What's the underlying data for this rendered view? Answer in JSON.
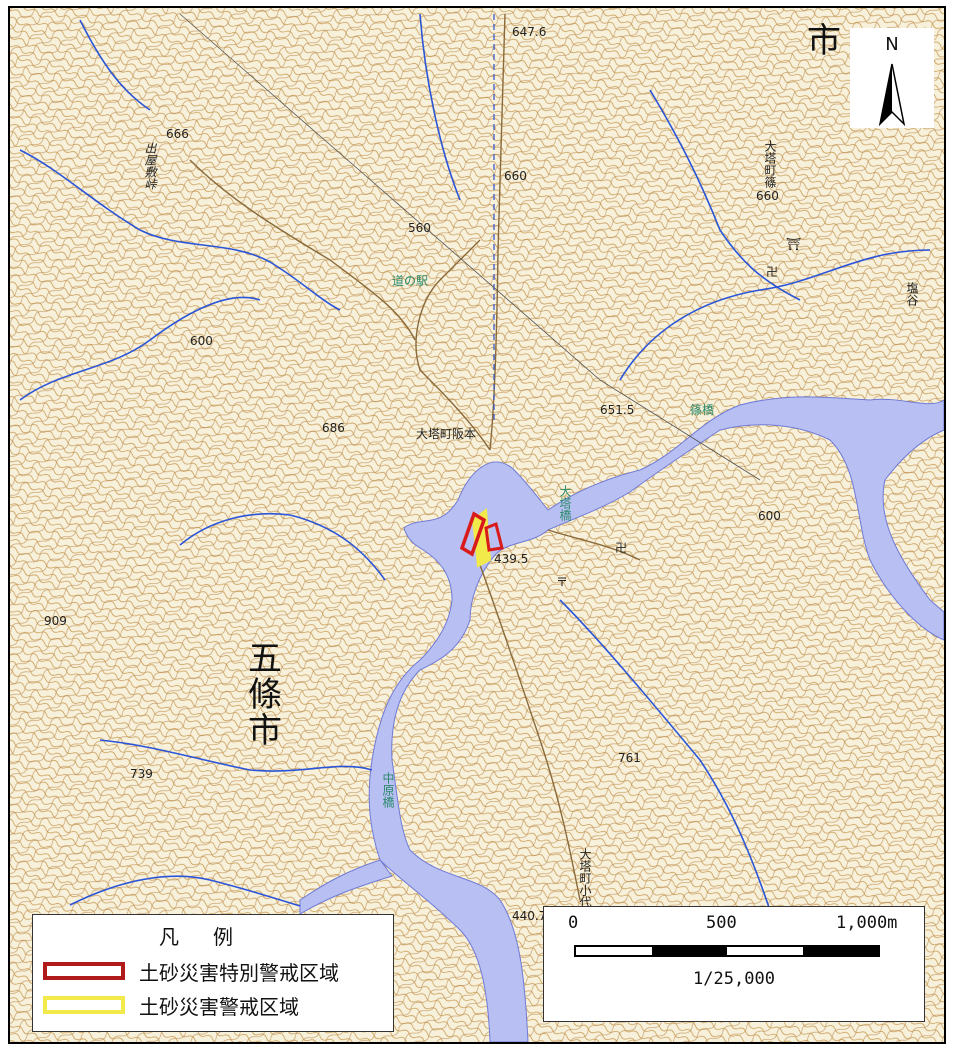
{
  "map": {
    "city_top": "市",
    "city_main": [
      "五",
      "條",
      "市"
    ],
    "places": {
      "michi_no_eki": "道の駅",
      "otomachi_sakamoto": "大塔町阪本",
      "otomachi_shinoharawa": "大塔町篠",
      "shiodani": "塩谷",
      "shinohara_bridge": "篠橋",
      "oto_bridge": "大塔橋",
      "nakahara_bridge": "中原橋",
      "otomachi_kojiro": "大塔町小代",
      "deyashiki_pass": "出屋敷峠"
    },
    "elevations": [
      "666",
      "647.6",
      "660",
      "560",
      "686",
      "651.5",
      "439.5",
      "909",
      "739",
      "761",
      "440.7"
    ],
    "contour_labels": [
      "660",
      "600",
      "600"
    ],
    "symbols": {
      "temple": "卍",
      "shrine": "⛩",
      "post": "〒"
    }
  },
  "north_arrow": {
    "letter": "N"
  },
  "legend": {
    "title": "凡例",
    "items": [
      {
        "label": "土砂災害特別警戒区域",
        "color": "#b11a1a"
      },
      {
        "label": "土砂災害警戒区域",
        "color": "#f2ea4a"
      }
    ]
  },
  "scale_bar": {
    "ticks": [
      "0",
      "500",
      "1,000m"
    ],
    "ratio": "1/25,000"
  }
}
